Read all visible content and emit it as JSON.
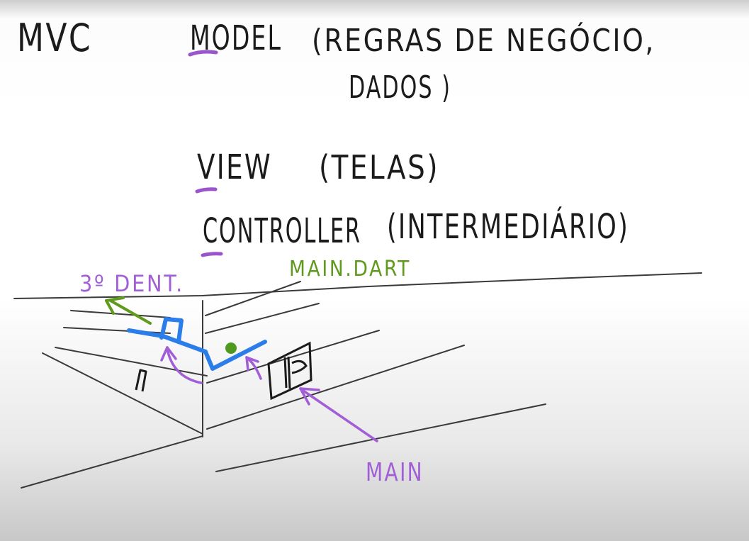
{
  "board": {
    "heading": "MVC",
    "concepts": [
      {
        "name": "MODEL",
        "desc_line1": "(REGRAS DE NEGÓCIO,",
        "desc_line2": "DADOS )"
      },
      {
        "name": "VIEW",
        "desc_line1": "(TELAS)"
      },
      {
        "name": "CONTROLLER",
        "desc_line1": "(INTERMEDIÁRIO)"
      }
    ],
    "sketch_labels": {
      "file": "MAIN.DART",
      "third_party": "3º DENT.",
      "main": "MAIN"
    }
  },
  "colors": {
    "ink": "#1b1b1b",
    "underline": "#9b55cc",
    "green": "#5f9a1c",
    "purple": "#a15ed6",
    "blue": "#2b7de9"
  }
}
